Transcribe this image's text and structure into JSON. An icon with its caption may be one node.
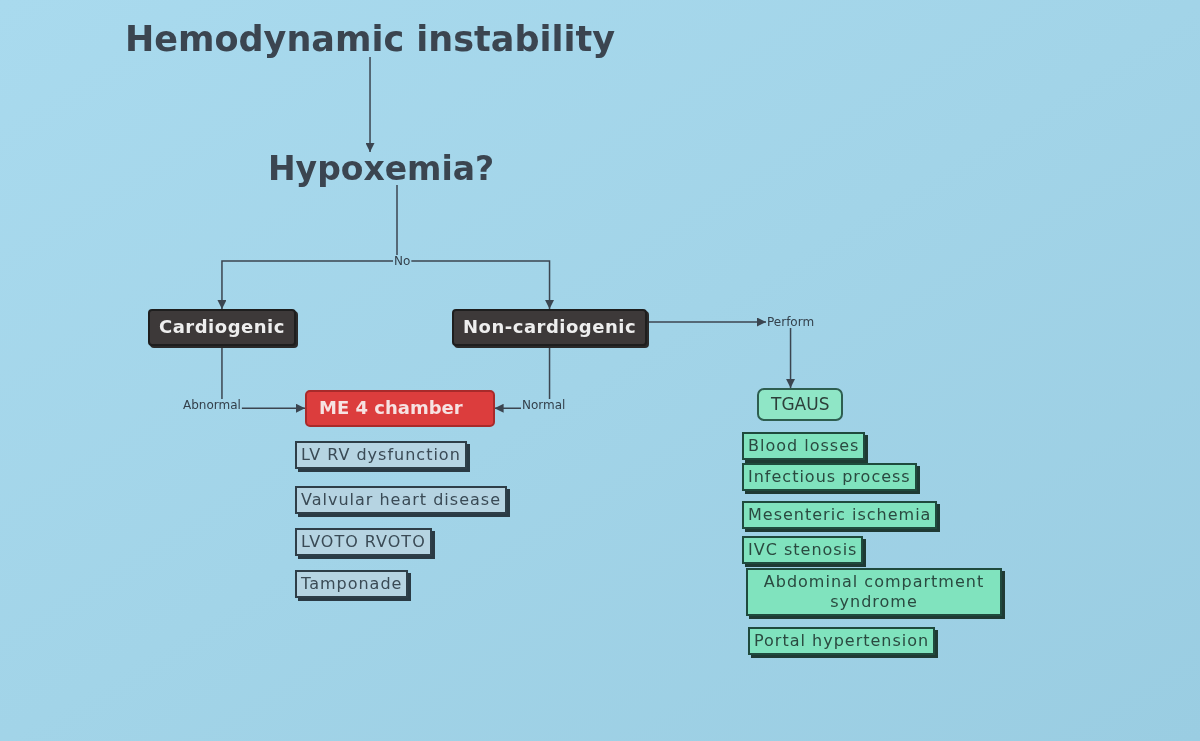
{
  "diagram": {
    "nodes": [
      {
        "text": [
          "Hemodynamic instability"
        ]
      },
      {
        "text": [
          "Hypoxemia?"
        ]
      },
      {
        "text": [
          "No"
        ]
      },
      {
        "text": [
          "Cardiogenic"
        ]
      },
      {
        "text": [
          "Non-cardiogenic"
        ]
      },
      {
        "text": [
          "Perform"
        ]
      },
      {
        "text": [
          "Abnormal"
        ]
      },
      {
        "text": [
          "ME 4 chamber"
        ]
      },
      {
        "text": [
          "Normal"
        ]
      },
      {
        "text": [
          "TGAUS"
        ]
      },
      {
        "text": [
          "LV RV dysfunction"
        ]
      },
      {
        "text": [
          "Valvular heart disease"
        ]
      },
      {
        "text": [
          "LVOTO RVOTO"
        ]
      },
      {
        "text": [
          "Tamponade"
        ]
      },
      {
        "text": [
          "Blood losses"
        ]
      },
      {
        "text": [
          "Infectious process"
        ]
      },
      {
        "text": [
          "Mesenteric ischemia"
        ]
      },
      {
        "text": [
          "IVC stenosis"
        ]
      },
      {
        "text": [
          "Abdominal compartment syndrome"
        ]
      },
      {
        "text": [
          "Portal hypertension"
        ]
      }
    ],
    "edges": [
      {
        "from": 0,
        "to": 1,
        "arrow": "to"
      },
      {
        "from": 1,
        "to": 2,
        "arrow": "none"
      },
      {
        "from": 2,
        "to": 3,
        "arrow": "to"
      },
      {
        "from": 2,
        "to": 4,
        "arrow": "to"
      },
      {
        "from": 4,
        "to": 5,
        "arrow": "to"
      },
      {
        "from": 5,
        "to": 9,
        "arrow": "to"
      },
      {
        "from": 3,
        "to": 6,
        "arrow": "none"
      },
      {
        "from": 6,
        "to": 7,
        "arrow": "to"
      },
      {
        "from": 4,
        "to": 8,
        "arrow": "none"
      },
      {
        "from": 8,
        "to": 7,
        "arrow": "to"
      }
    ]
  }
}
